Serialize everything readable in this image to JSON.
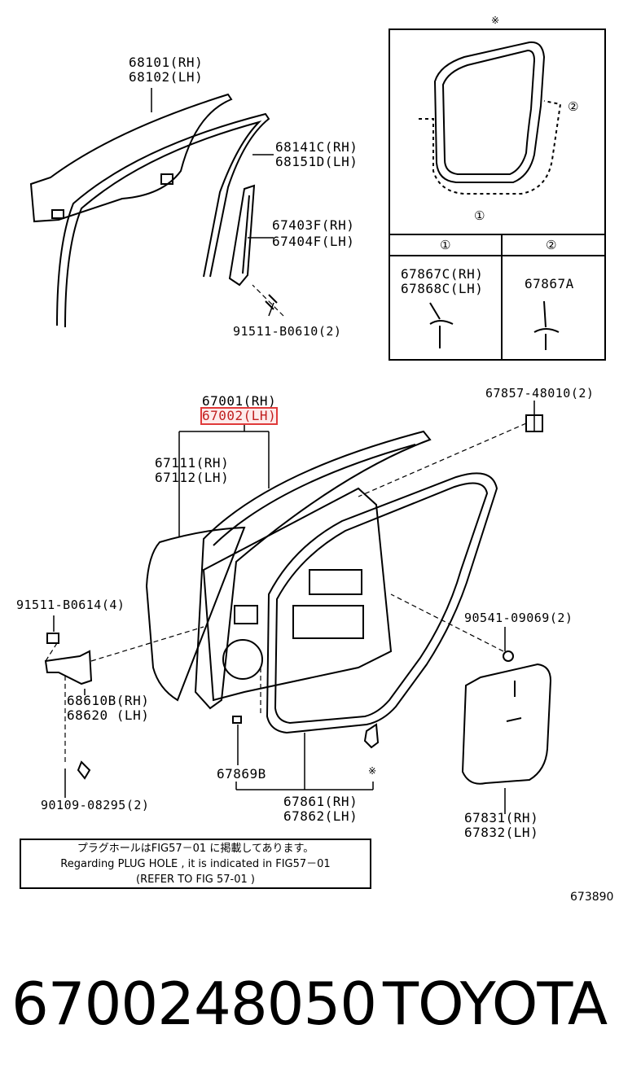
{
  "labels": {
    "glass_rh": "68101(RH)",
    "glass_lh": "68102(LH)",
    "run_rh": "68141C(RH)",
    "run_lh": "68151D(LH)",
    "channel_rh": "67403F(RH)",
    "channel_lh": "67404F(LH)",
    "bolt_top": "91511-B0610(2)",
    "door_rh": "67001(RH)",
    "door_lh": "67002(LH)",
    "panel_rh": "67111(RH)",
    "panel_lh": "67112(LH)",
    "cap": "67857-48010(2)",
    "bolt_hinge": "91511-B0614(4)",
    "hinge_rh": "68610B(RH)",
    "hinge_lh": "68620  (LH)",
    "pin": "90109-08295(2)",
    "plug": "67869B",
    "weather_rh": "67861(RH)",
    "weather_lh": "67862(LH)",
    "clip": "90541-09069(2)",
    "cover_rh": "67831(RH)",
    "cover_lh": "67832(LH)",
    "inset_clip1_rh": "67867C(RH)",
    "inset_clip1_lh": "67868C(LH)",
    "inset_clip2": "67867A",
    "inset_col1": "①",
    "inset_col2": "②",
    "inset_marker1": "①",
    "inset_marker2": "②",
    "asterisk": "※"
  },
  "note": {
    "line1": "プラグホールはFIG57－01 に掲載してあります。",
    "line2": "Regarding  PLUG  HOLE  , it  is  indicated  in  FIG57－01",
    "line3": "(REFER TO FIG 57-01  )"
  },
  "figure_number": "673890",
  "footer": {
    "part_number": "6700248050",
    "brand": "TOYOTA"
  },
  "highlight_color": "#e03a3a"
}
